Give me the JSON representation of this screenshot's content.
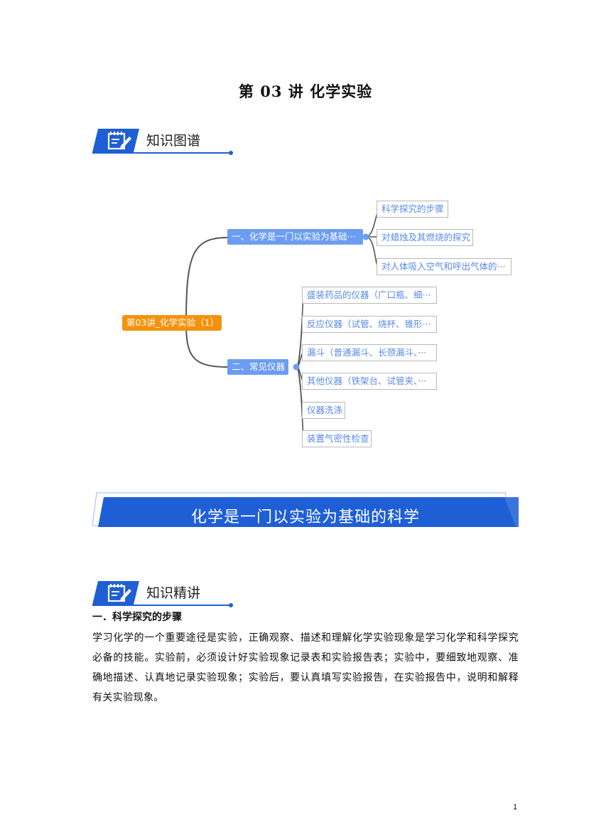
{
  "document": {
    "title": "第 03 讲  化学实验",
    "page_number": "1"
  },
  "section_map": {
    "label": "知识图谱",
    "icon": "notepad-pencil-icon"
  },
  "mindmap": {
    "root": "第03讲_化学实验（1）",
    "branches": [
      {
        "label": "一、化学是一门以实验为基础···",
        "children": [
          "科学探究的步骤",
          "对蜡烛及其燃烧的探究",
          "对人体吸入空气和呼出气体的···"
        ]
      },
      {
        "label": "二、常见仪器",
        "children": [
          "盛装药品的仪器（广口瓶、细···",
          "反应仪器（试管、烧杯、锥形···",
          "漏斗（普通漏斗、长颈漏斗、···",
          "其他仪器（铁架台、试管夹、···",
          "仪器洗涤",
          "装置气密性检查"
        ]
      }
    ],
    "colors": {
      "root": "#f5920c",
      "level1": "#6c9df2",
      "level2_text": "#5a8ae8",
      "lines": "#555555"
    }
  },
  "banner": {
    "text": "化学是一门以实验为基础的科学",
    "color": "#1e5fd6"
  },
  "section_lecture": {
    "label": "知识精讲",
    "icon": "notepad-pencil-icon"
  },
  "content": {
    "subheading": "一．科学探究的步骤",
    "paragraph": "学习化学的一个重要途径是实验，正确观察、描述和理解化学实验现象是学习化学和科学探究必备的技能。实验前，必须设计好实验现象记录表和实验报告表；实验中，要细致地观察、准确地描述、认真地记录实验现象；实验后，要认真填写实验报告，在实验报告中，说明和解释有关实验现象。"
  }
}
